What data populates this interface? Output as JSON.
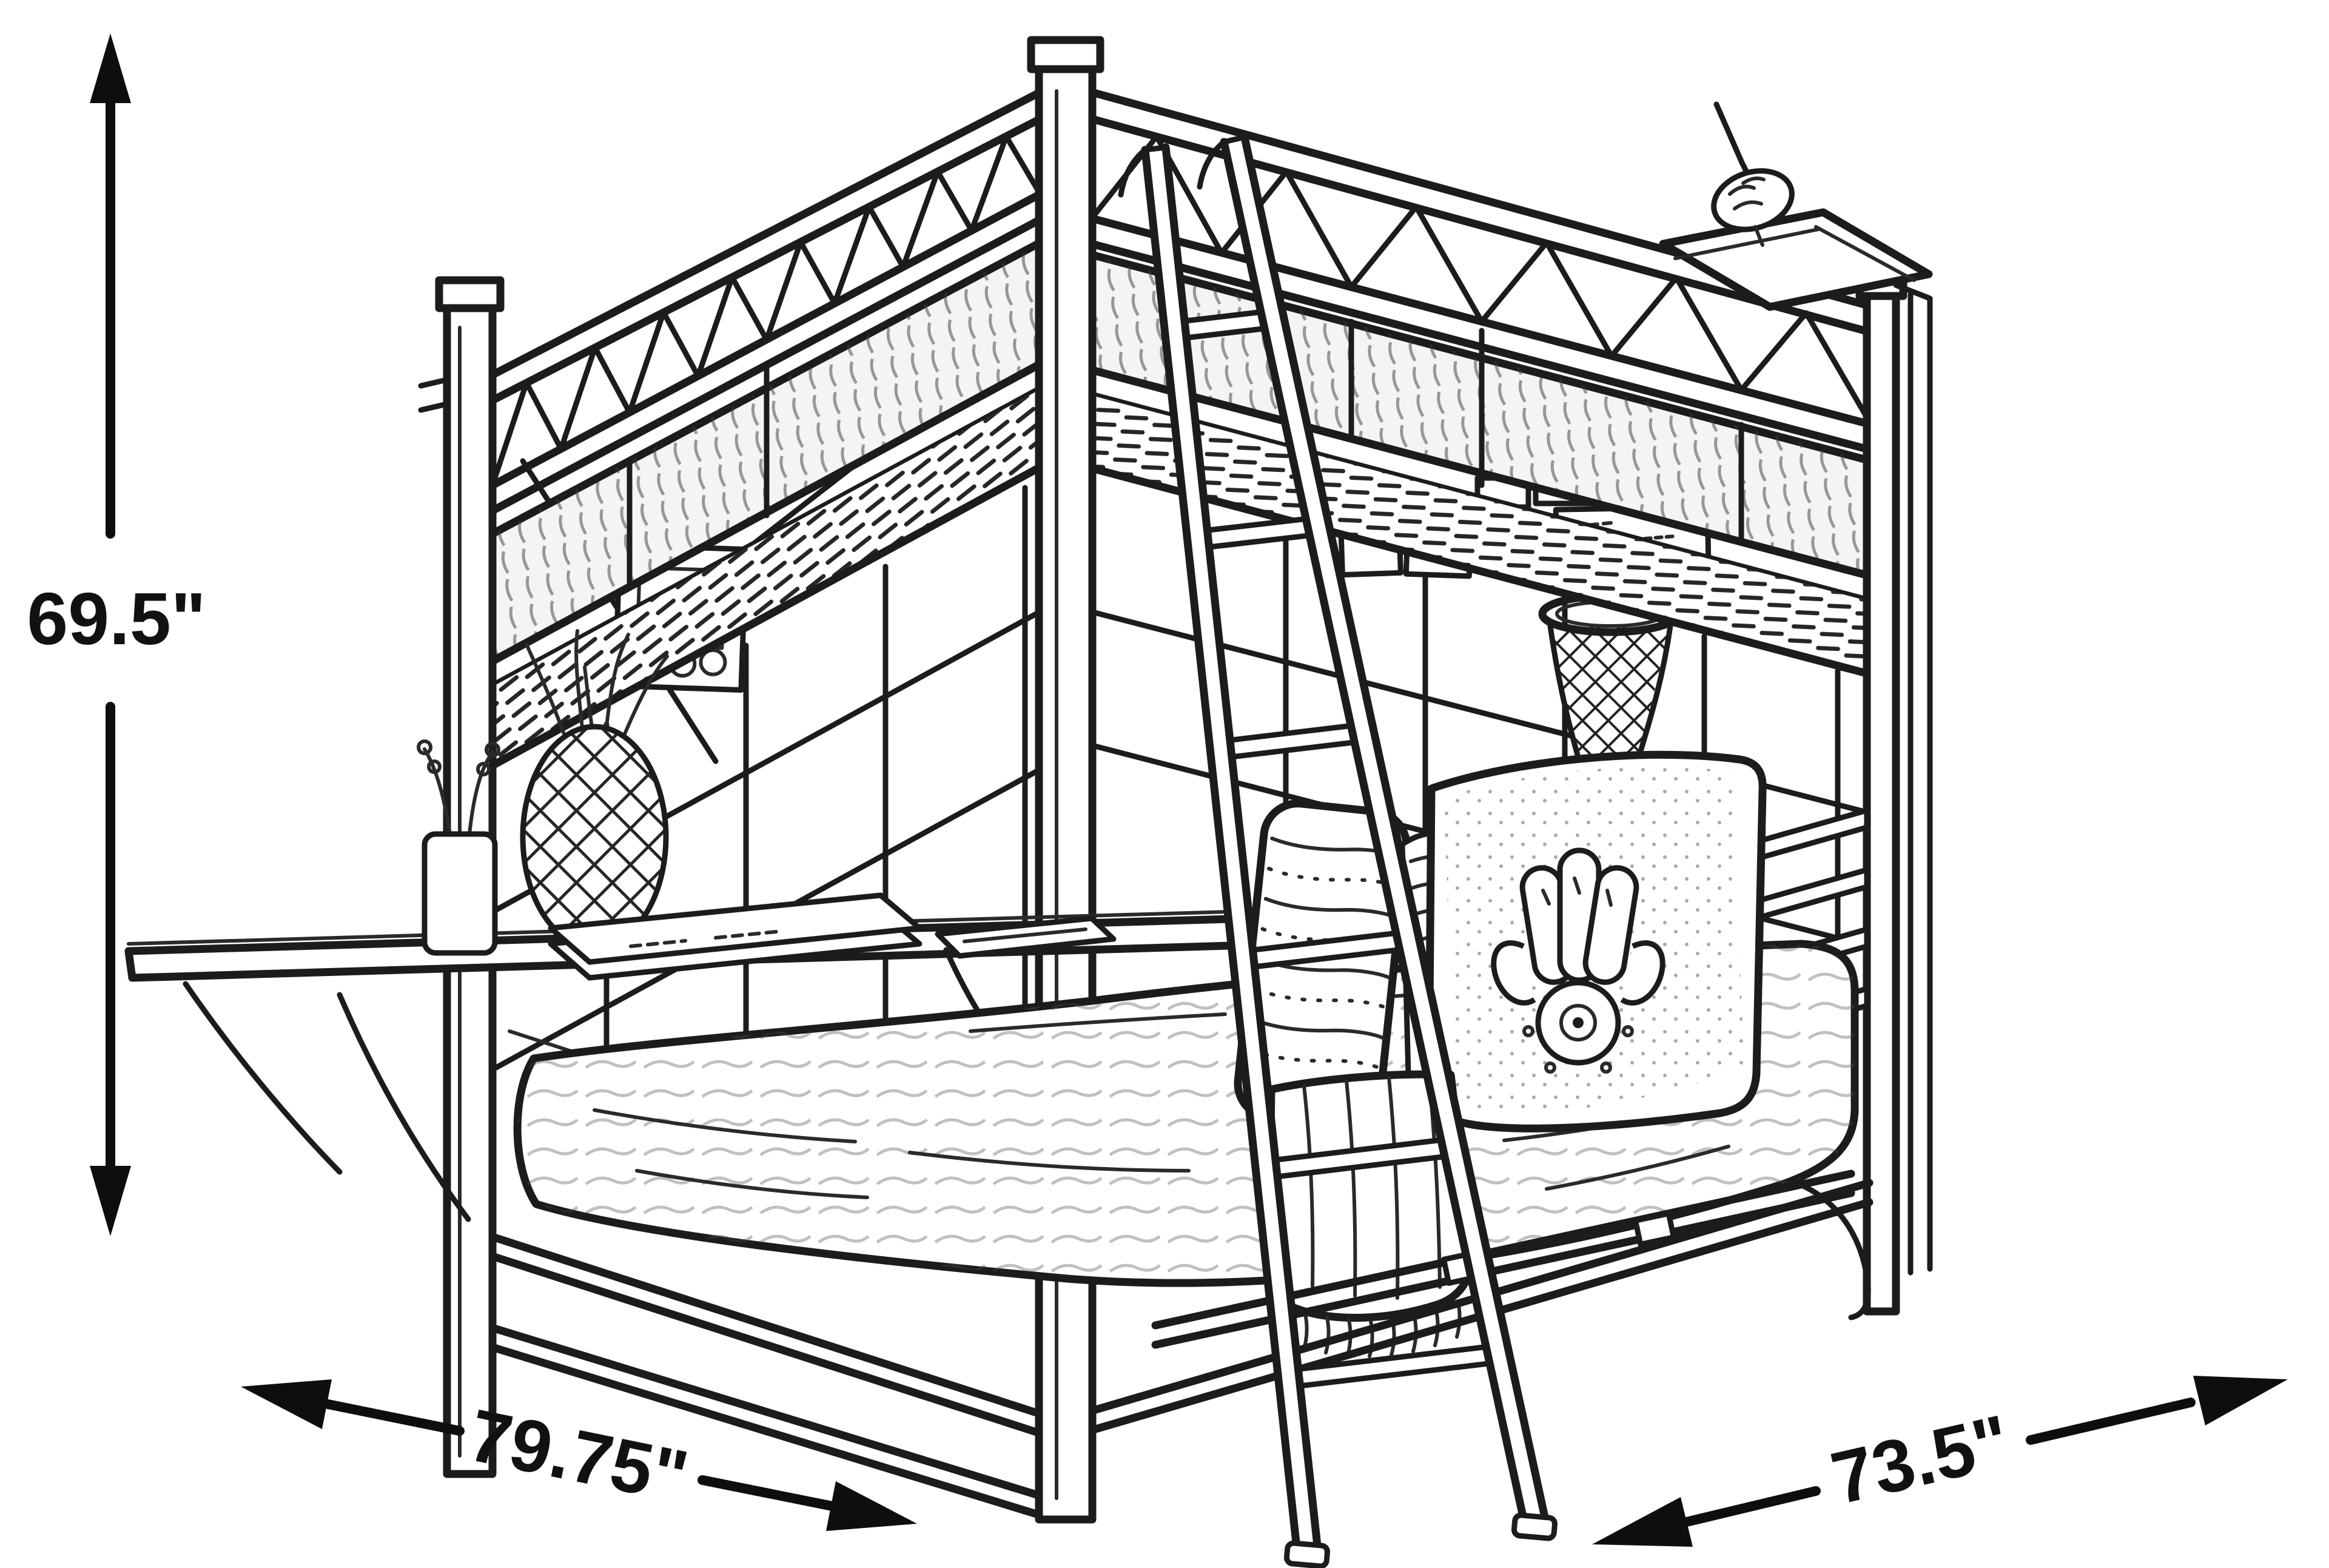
{
  "drawing": {
    "subject": "line sketch of a loft bunk bed with attached side desk, lower futon bed, leaning ladder, basketball hoop, wall grid panels and clip-on lamp with corner tray",
    "style": "black pencil line art on white background",
    "line_color": "#1c1c1c",
    "background_color": "#ffffff"
  },
  "dimensions": {
    "height": {
      "label": "69.5\"",
      "value": 69.5,
      "unit": "inches",
      "placement": "left-vertical-double-arrow"
    },
    "length": {
      "label": "79.75\"",
      "value": 79.75,
      "unit": "inches",
      "placement": "bottom-left-diagonal-double-arrow"
    },
    "depth": {
      "label": "73.5\"",
      "value": 73.5,
      "unit": "inches",
      "placement": "bottom-right-diagonal-double-arrow"
    }
  }
}
